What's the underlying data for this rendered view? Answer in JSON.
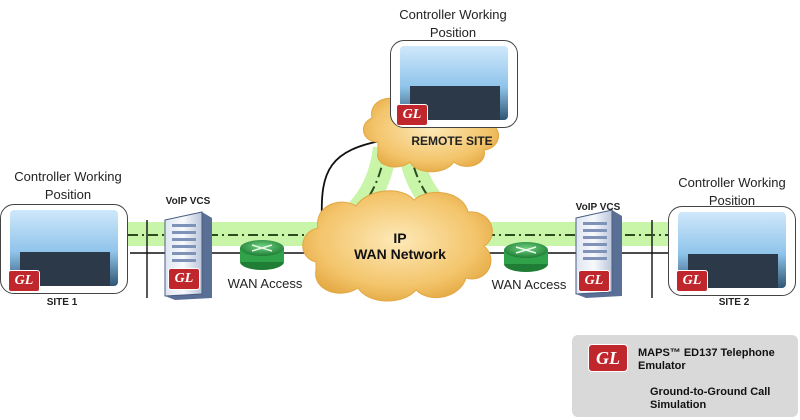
{
  "remote_site": {
    "cwp_line1": "Controller Working",
    "cwp_line2": "Position",
    "label": "REMOTE SITE"
  },
  "site1": {
    "cwp_line1": "Controller Working",
    "cwp_line2": "Position",
    "label": "SITE 1",
    "vcs_label": "VoIP VCS",
    "wan_access": "WAN Access"
  },
  "site2": {
    "cwp_line1": "Controller Working",
    "cwp_line2": "Position",
    "label": "SITE 2",
    "vcs_label": "VoIP VCS",
    "wan_access": "WAN Access"
  },
  "network": {
    "line1": "IP",
    "line2": "WAN Network"
  },
  "badge_text": "GL",
  "legend": {
    "emulator_line1": "MAPS™ ED137 Telephone",
    "emulator_line2": "Emulator",
    "call_line1": "Ground-to-Ground Call",
    "call_line2": "Simulation"
  },
  "colors": {
    "cloud_fill": "#f3c46a",
    "path_glow": "#b6f28a",
    "path_dash": "#2d4a22",
    "router": "#2fa24a",
    "badge": "#c0272d"
  }
}
